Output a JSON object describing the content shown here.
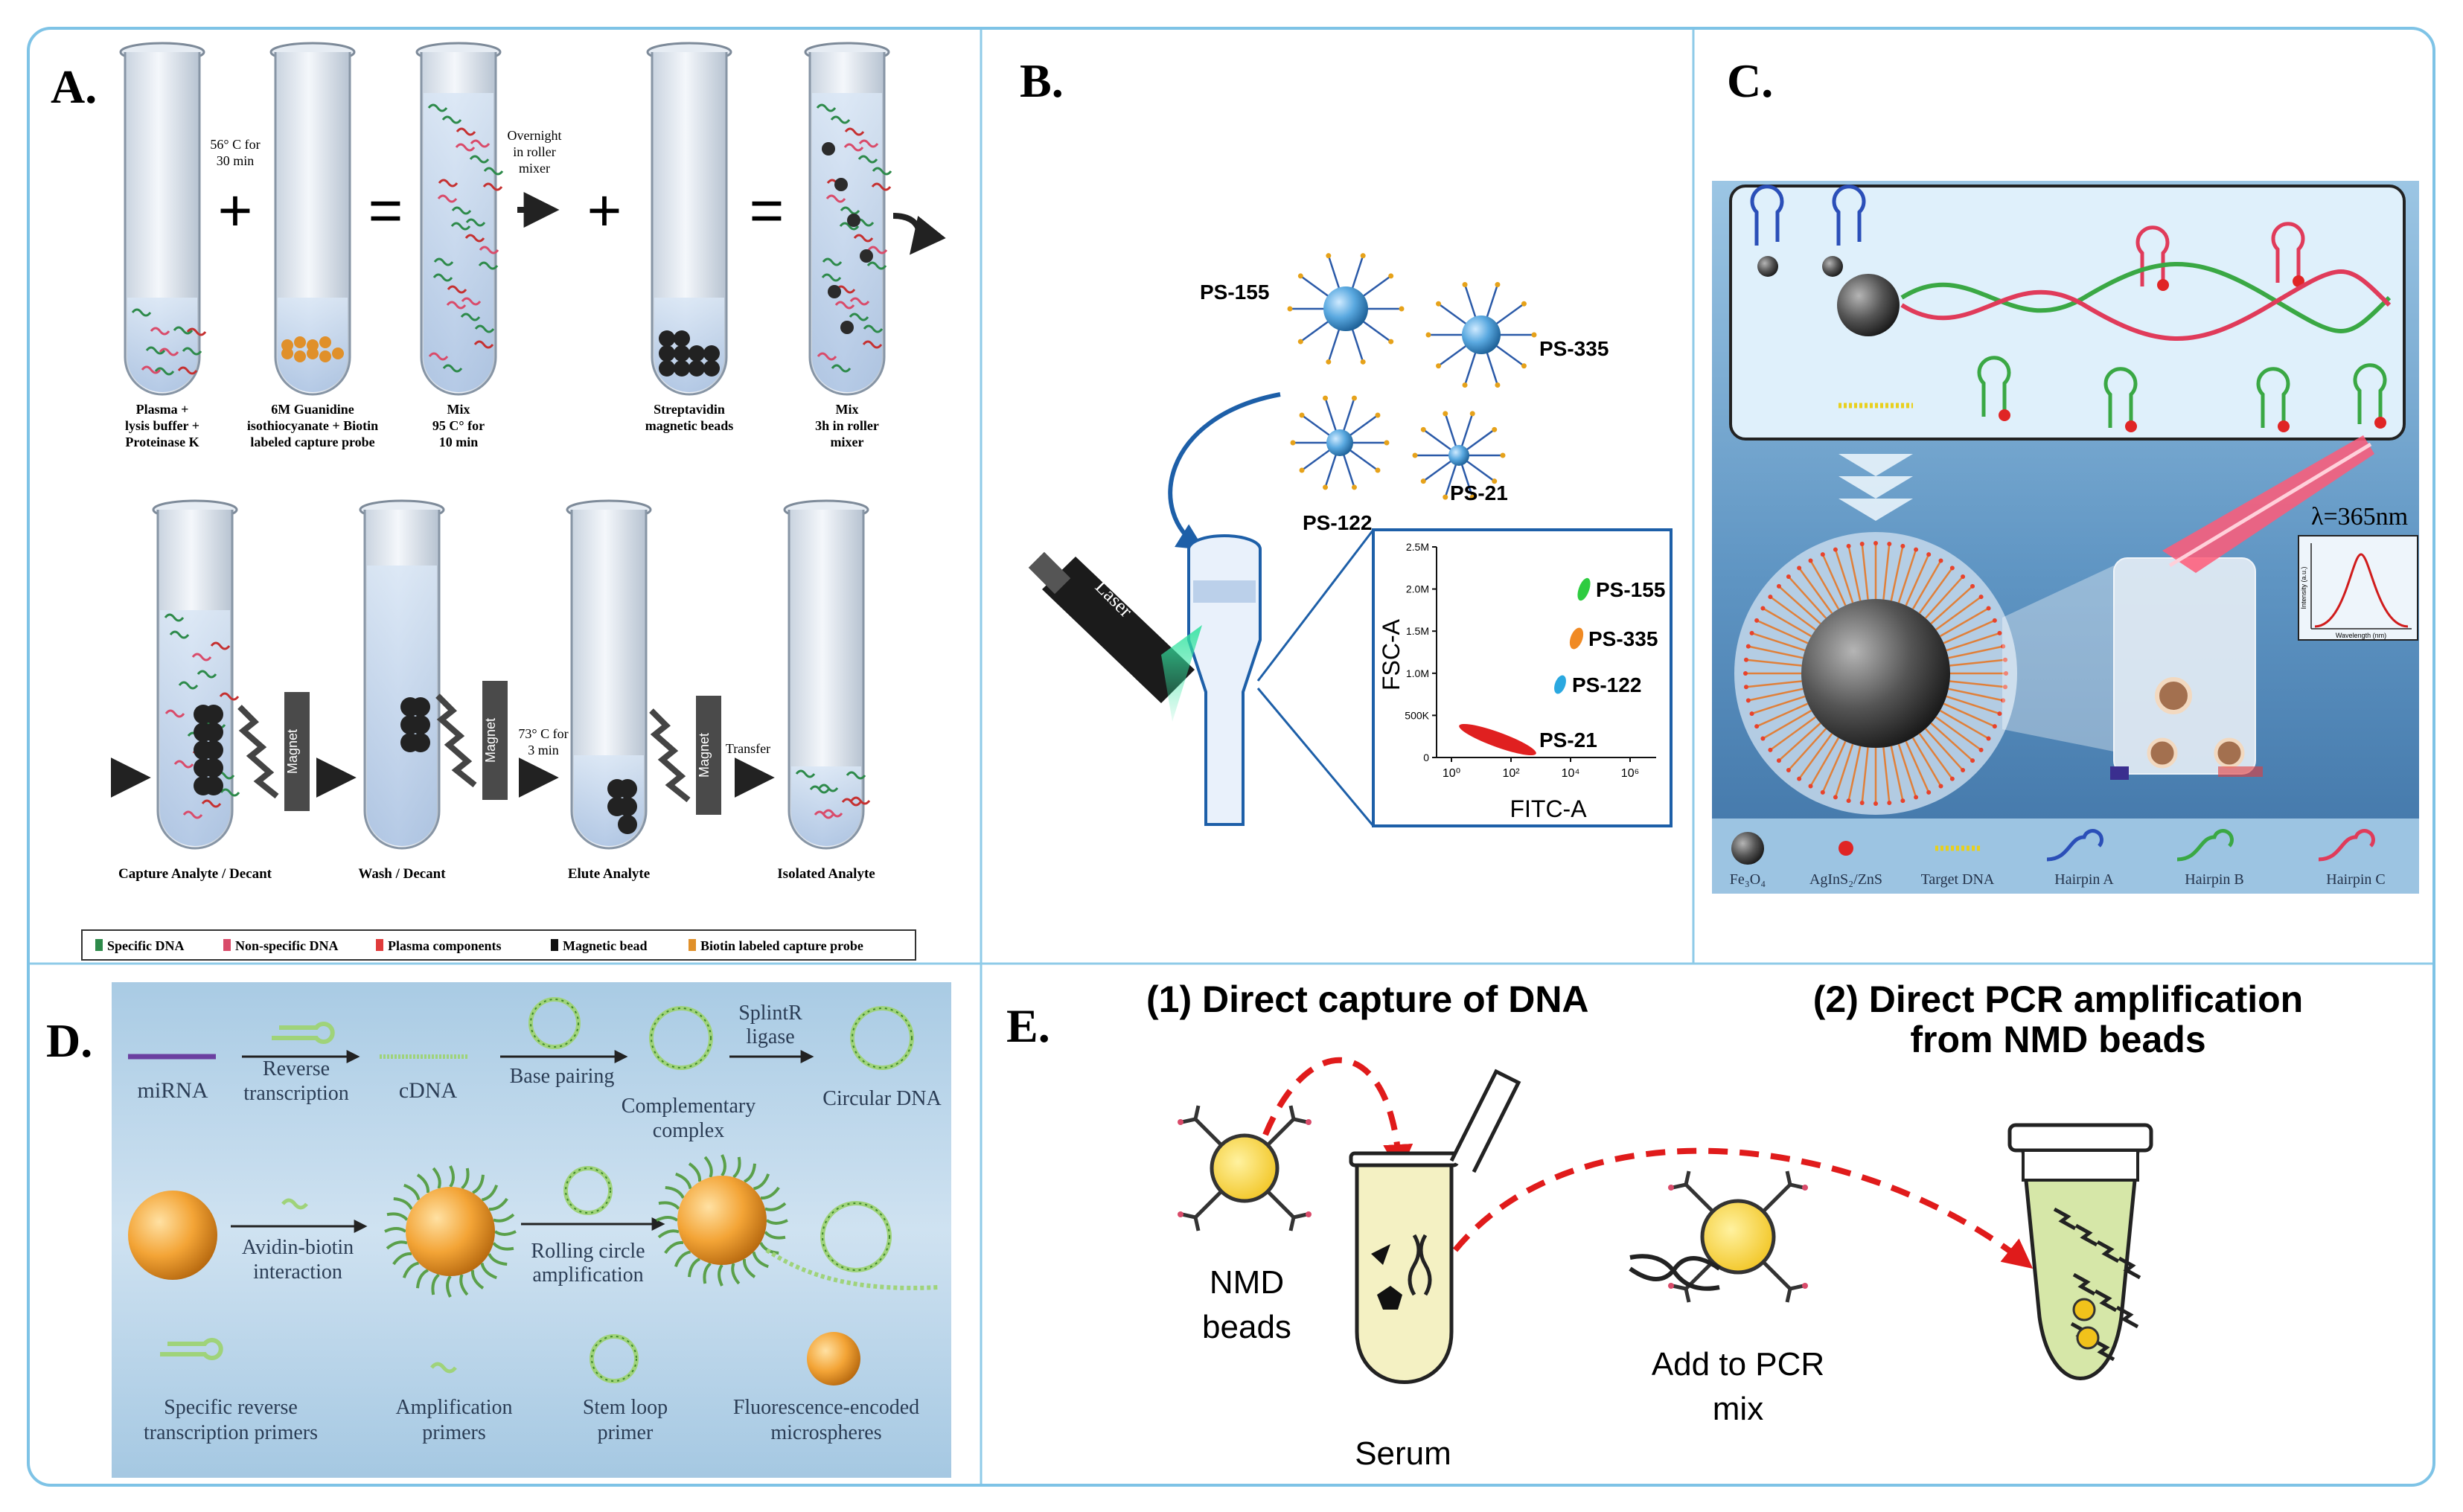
{
  "panels": {
    "a": {
      "letter": "A.",
      "tubes_top": [
        {
          "label_lines": [
            "Plasma +",
            "lysis buffer +",
            "Proteinase K"
          ]
        },
        {
          "label_lines": [
            "6M Guanidine",
            "isothiocyanate + Biotin",
            "labeled capture probe"
          ]
        },
        {
          "label_lines": [
            "Mix",
            "95 C° for",
            "10 min"
          ]
        },
        {
          "label_lines": [
            "Streptavidin",
            "magnetic beads"
          ]
        },
        {
          "label_lines": [
            "Mix",
            "3h in roller",
            "mixer"
          ]
        }
      ],
      "step_notes": {
        "heat": [
          "56° C for",
          "30 min"
        ],
        "overnight": [
          "Overnight",
          "in roller",
          "mixer"
        ],
        "elute": [
          "73° C for",
          "3 min"
        ],
        "transfer": "Transfer"
      },
      "symbols": {
        "plus": "+",
        "equals": "="
      },
      "tubes_bottom": [
        {
          "label": "Capture Analyte / Decant"
        },
        {
          "label": "Wash / Decant"
        },
        {
          "label": "Elute Analyte"
        },
        {
          "label": "Isolated Analyte"
        }
      ],
      "magnet_label": "Magnet",
      "legend": [
        "Specific DNA",
        "Non-specific DNA",
        "Plasma components",
        "Magnetic bead",
        "Biotin labeled capture probe"
      ]
    },
    "b": {
      "letter": "B.",
      "beads": [
        "PS-155",
        "PS-335",
        "PS-122",
        "PS-21"
      ],
      "laser_label": "Laser",
      "plot": {
        "ylabel": "FSC-A",
        "xlabel": "FITC-A",
        "yticks": [
          "2.5M",
          "2.0M",
          "1.5M",
          "1.0M",
          "500K",
          "0"
        ],
        "xticks": [
          "10⁰",
          "10²",
          "10⁴",
          "10⁶"
        ],
        "populations": [
          {
            "name": "PS-155",
            "color": "#2ecc40"
          },
          {
            "name": "PS-335",
            "color": "#f08a24"
          },
          {
            "name": "PS-122",
            "color": "#2aa8e0"
          },
          {
            "name": "PS-21",
            "color": "#e02020"
          }
        ]
      }
    },
    "c": {
      "letter": "C.",
      "wavelength": "λ=365nm",
      "inset": {
        "ylabel": "Intensity (a.u.)",
        "xlabel": "Wavelength (nm)"
      },
      "legend": [
        "Fe₃O₄",
        "AgInS₂/ZnS",
        "Target DNA",
        "Hairpin A",
        "Hairpin B",
        "Hairpin C"
      ]
    },
    "d": {
      "letter": "D.",
      "row1": {
        "mirna": "miRNA",
        "rt": [
          "Reverse",
          "transcription"
        ],
        "cdna": "cDNA",
        "base_pairing": "Base pairing",
        "complex": [
          "Complementary",
          "complex"
        ],
        "splintr": [
          "SplintR",
          "ligase"
        ],
        "circular": "Circular DNA"
      },
      "row2": {
        "avidin": [
          "Avidin-biotin",
          "interaction"
        ],
        "rca": [
          "Rolling circle",
          "amplification"
        ]
      },
      "legend": [
        [
          "Specific reverse",
          "transcription primers"
        ],
        [
          "Amplification",
          "primers"
        ],
        [
          "Stem loop",
          "primer"
        ],
        [
          "Fluorescence-encoded",
          "microspheres"
        ]
      ]
    },
    "e": {
      "letter": "E.",
      "title1": "(1) Direct capture of DNA",
      "title2_lines": [
        "(2) Direct PCR amplification",
        "from NMD beads"
      ],
      "nmd": [
        "NMD",
        "beads"
      ],
      "serum": "Serum",
      "pcr": [
        "Add to PCR",
        "mix"
      ]
    }
  }
}
